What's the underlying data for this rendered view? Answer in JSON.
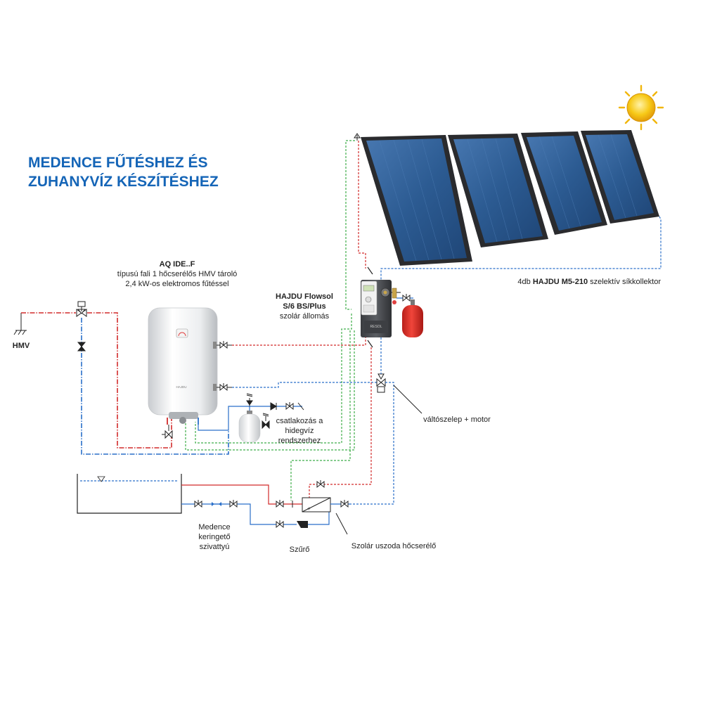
{
  "title": {
    "line1": "MEDENCE FŰTÉSHEZ ÉS",
    "line2": "ZUHANYVÍZ KÉSZÍTÉSHEZ"
  },
  "labels": {
    "hmv": "HMV",
    "tank_model": "AQ IDE..F",
    "tank_desc1": "típusú fali 1 hőcserélős HMV tároló",
    "tank_desc2": "2,4 kW-os elektromos fűtéssel",
    "station1": "HAJDU Flowsol",
    "station2": "S/6 BS/Plus",
    "station3": "szolár állomás",
    "collector_pre": "4db",
    "collector_model": "HAJDU M5-210",
    "collector_post": "szelektív síkkollektor",
    "valve_motor": "váltószelep + motor",
    "cold1": "csatlakozás a",
    "cold2": "hidegvíz",
    "cold3": "rendszerhez",
    "pump1": "Medence",
    "pump2": "keringető",
    "pump3": "szivattyú",
    "filter": "Szűrő",
    "exchanger": "Szolár uszoda hőcserélő",
    "tank_brand": "HAJDU",
    "station_brand": "RESOL"
  },
  "colors": {
    "title": "#1565b7",
    "hot_pipe": "#d22b2b",
    "cold_pipe": "#2a6fc9",
    "sensor_wire": "#3fae4a",
    "collector_blue": "#2e5e93",
    "expansion_vessel": "#e0382f",
    "sun": "#f6c012"
  },
  "icons": [
    "sun-icon",
    "valve-icon",
    "check-valve-icon",
    "three-way-valve-icon",
    "safety-valve-icon",
    "pump-icon",
    "filter-icon",
    "heat-exchanger-icon",
    "air-vent-icon",
    "tap-icon"
  ]
}
